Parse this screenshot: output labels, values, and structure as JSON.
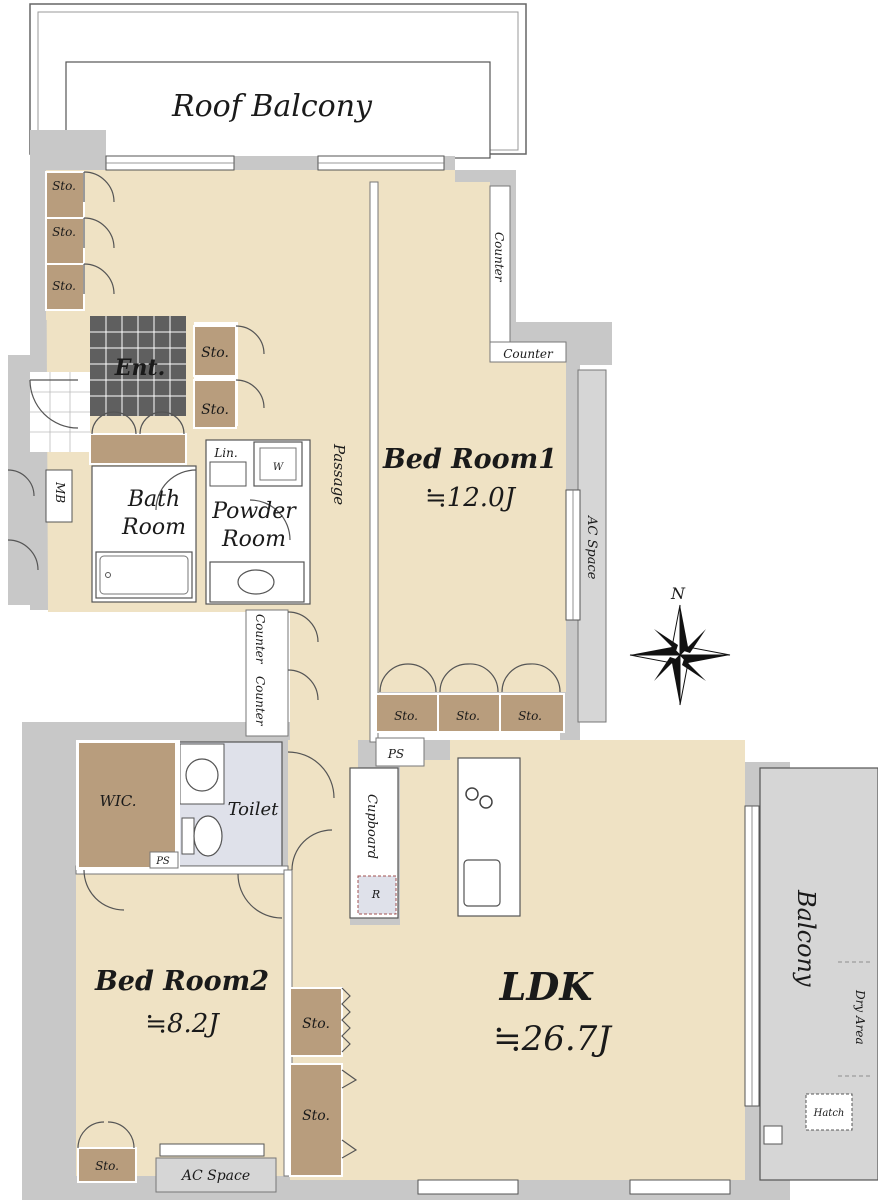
{
  "rooms": {
    "roof_balcony": "Roof Balcony",
    "entrance": "Ent.",
    "bath_line1": "Bath",
    "bath_line2": "Room",
    "powder_line1": "Powder",
    "powder_line2": "Room",
    "linen": "Lin.",
    "washer": "W",
    "passage": "Passage",
    "bedroom1": "Bed Room1",
    "bedroom1_size": "≒12.0J",
    "counter": "Counter",
    "ac_space": "AC Space",
    "mb": "MB",
    "ps": "PS",
    "wic": "WIC.",
    "toilet": "Toilet",
    "cupboard": "Cupboard",
    "refrigerator": "R",
    "bedroom2": "Bed Room2",
    "bedroom2_size": "≒8.2J",
    "ldk": "LDK",
    "ldk_size": "≒26.7J",
    "balcony": "Balcony",
    "dry_area": "Dry Area",
    "hatch": "Hatch",
    "storage": "Sto."
  },
  "compass": {
    "north": "N"
  },
  "colors": {
    "wall": "#c8c8c8",
    "floor": "#efe2c4",
    "storage": "#b89d7d",
    "wet_area": "#dfe1ea",
    "tile": "#5f5f5f"
  }
}
